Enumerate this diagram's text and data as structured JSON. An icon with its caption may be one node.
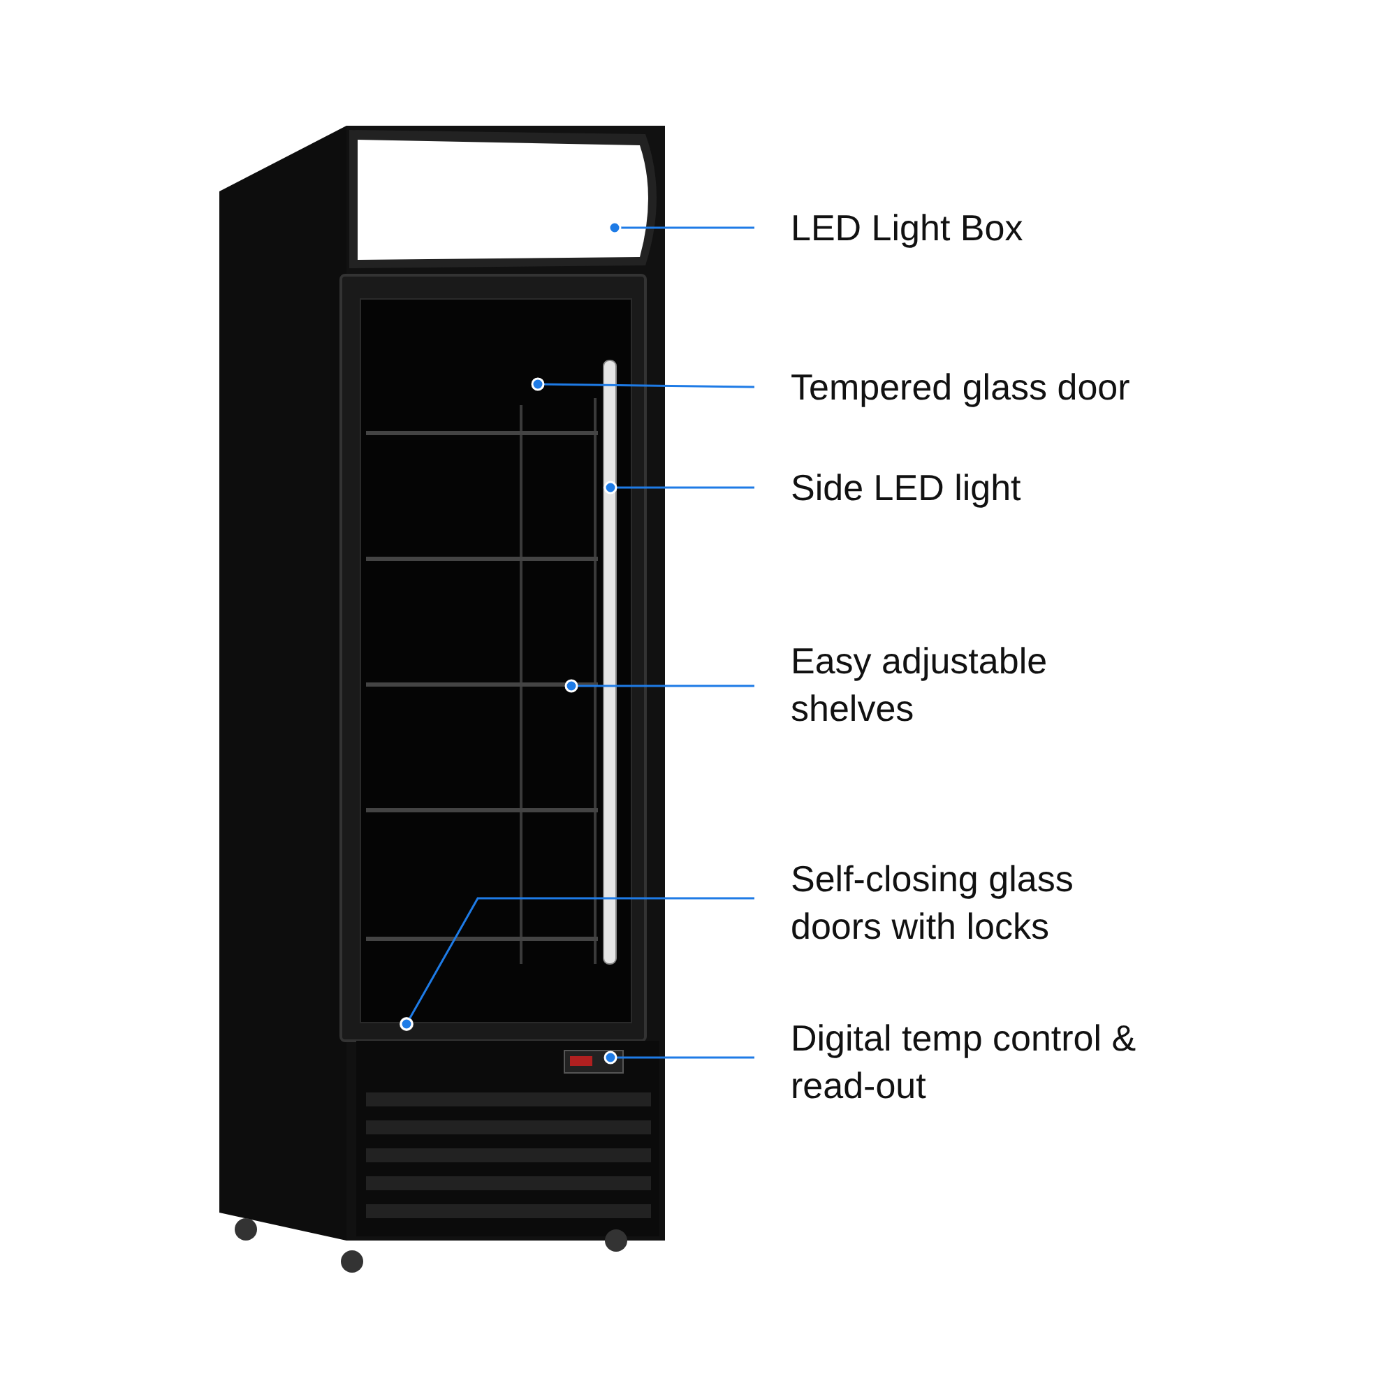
{
  "diagram": {
    "nodes": [
      {
        "text": [
          "LED Light Box"
        ]
      },
      {
        "text": [
          "Tempered glass door"
        ]
      },
      {
        "text": [
          "Side LED light"
        ]
      },
      {
        "text": [
          "Easy adjustable shelves"
        ]
      },
      {
        "text": [
          "Self-closing glass doors with locks"
        ]
      },
      {
        "text": [
          "Digital temp control & read-out"
        ]
      }
    ],
    "edges": [
      {
        "from": 0,
        "to": null,
        "arrow": "other"
      },
      {
        "from": 1,
        "to": null,
        "arrow": "other"
      },
      {
        "from": 2,
        "to": null,
        "arrow": "other"
      },
      {
        "from": 3,
        "to": null,
        "arrow": "other"
      },
      {
        "from": 4,
        "to": null,
        "arrow": "other"
      },
      {
        "from": 5,
        "to": null,
        "arrow": "other"
      }
    ]
  }
}
